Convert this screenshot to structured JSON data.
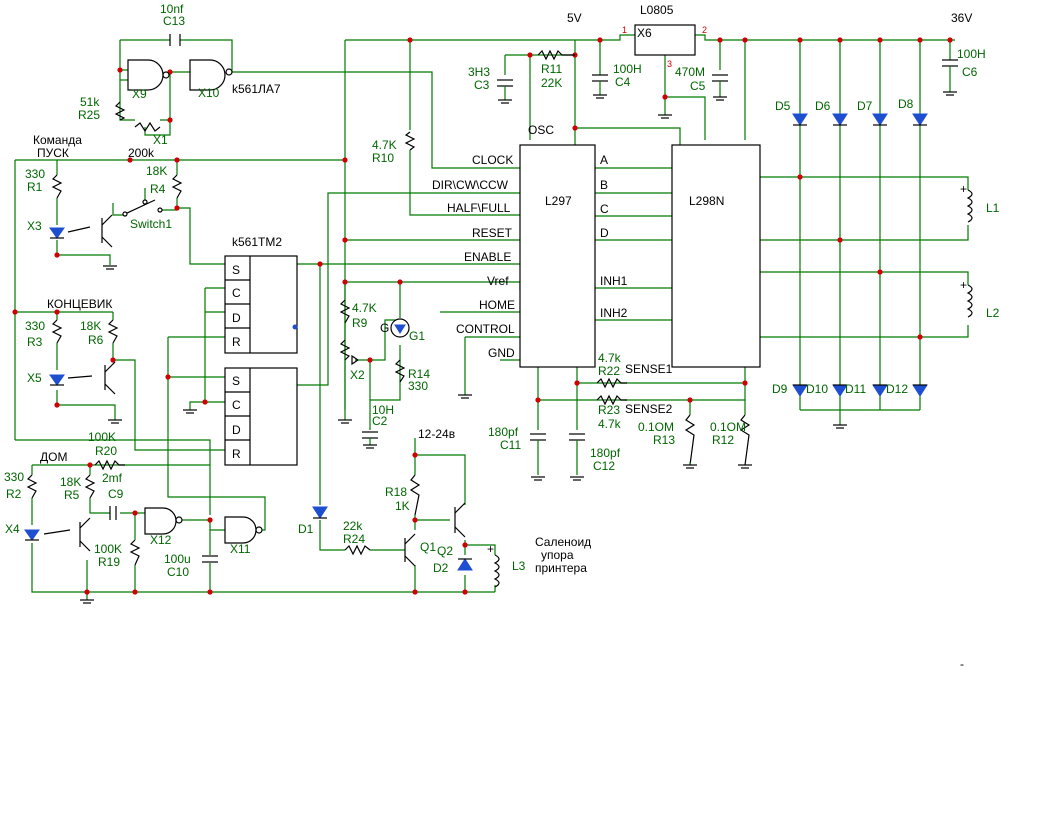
{
  "schematic": {
    "supplies": {
      "v5": "5V",
      "v36": "36V",
      "v12_24": "12-24в"
    },
    "ics": {
      "controller": "L297",
      "driver": "L298N",
      "regulator_ref": "X6",
      "regulator": "L0805",
      "nand_chip": "k561ЛА7",
      "trigger_chip": "k561ТМ2"
    },
    "l297_pins_left": [
      "CLOCK",
      "DIR\\CW\\CCW",
      "HALF\\FULL",
      "RESET",
      "ENABLE",
      "Vref",
      "HOME",
      "CONTROL",
      "GND"
    ],
    "l297_pins_right": [
      "A",
      "B",
      "C",
      "D",
      "INH1",
      "INH2"
    ],
    "l297_osc": "OSC",
    "sense": [
      "SENSE1",
      "SENSE2"
    ],
    "ff_pins": [
      "S",
      "C",
      "D",
      "R"
    ],
    "pin_numbers": [
      "1",
      "2",
      "3"
    ],
    "inputs": {
      "command": "Команда",
      "command2": "ПУСК",
      "limit": "КОНЦЕВИК",
      "home": "ДОМ"
    },
    "solenoid": [
      "Саленоид",
      "упора",
      "принтера"
    ],
    "switch_label": "Switch1",
    "generator": "G1",
    "generator_g": "G",
    "labels": {
      "C13": "C13",
      "C13v": "10nf",
      "X9": "X9",
      "X10": "X10",
      "X1": "X1",
      "R25": "R25",
      "R25v": "51k",
      "p200k": "200k",
      "R1": "R1",
      "R1v": "330",
      "R4": "R4",
      "R4v": "18K",
      "X3": "X3",
      "R10": "R10",
      "R10v": "4.7K",
      "R3": "R3",
      "R3v": "330",
      "R6": "R6",
      "R6v": "18K",
      "X5": "X5",
      "R9": "R9",
      "R9v": "4.7K",
      "X2": "X2",
      "R14": "R14",
      "R14v": "330",
      "C2": "C2",
      "C2v": "10H",
      "R2": "R2",
      "R2v": "330",
      "R5": "R5",
      "R5v": "18K",
      "R20": "R20",
      "R20v": "100K",
      "C9": "C9",
      "C9v": "2mf",
      "X4": "X4",
      "R19": "R19",
      "R19v": "100K",
      "X12": "X12",
      "C10": "C10",
      "C10v": "100u",
      "X11": "X11",
      "D1": "D1",
      "R24": "R24",
      "R24v": "22k",
      "Q1": "Q1",
      "Q2": "Q2",
      "D2": "D2",
      "R18": "R18",
      "R18v": "1K",
      "L3": "L3",
      "C3": "C3",
      "C3v": "3H3",
      "R11": "R11",
      "R11v": "22K",
      "C4": "C4",
      "C4v": "100H",
      "C5": "C5",
      "C5v": "470M",
      "C6": "C6",
      "C6v": "100H",
      "R22": "R22",
      "R22v": "4.7k",
      "R23": "R23",
      "R23v": "4.7k",
      "C11": "C11",
      "C11v": "180pf",
      "C12": "C12",
      "C12v": "180pf",
      "R13": "R13",
      "R13v": "0.1OM",
      "R12": "R12",
      "R12v": "0.1OM",
      "L1": "L1",
      "L2": "L2",
      "D5": "D5",
      "D6": "D6",
      "D7": "D7",
      "D8": "D8",
      "D9": "D9",
      "D10": "D10",
      "D11": "D11",
      "D12": "D12",
      "plus": "+",
      "minus": "-"
    }
  }
}
